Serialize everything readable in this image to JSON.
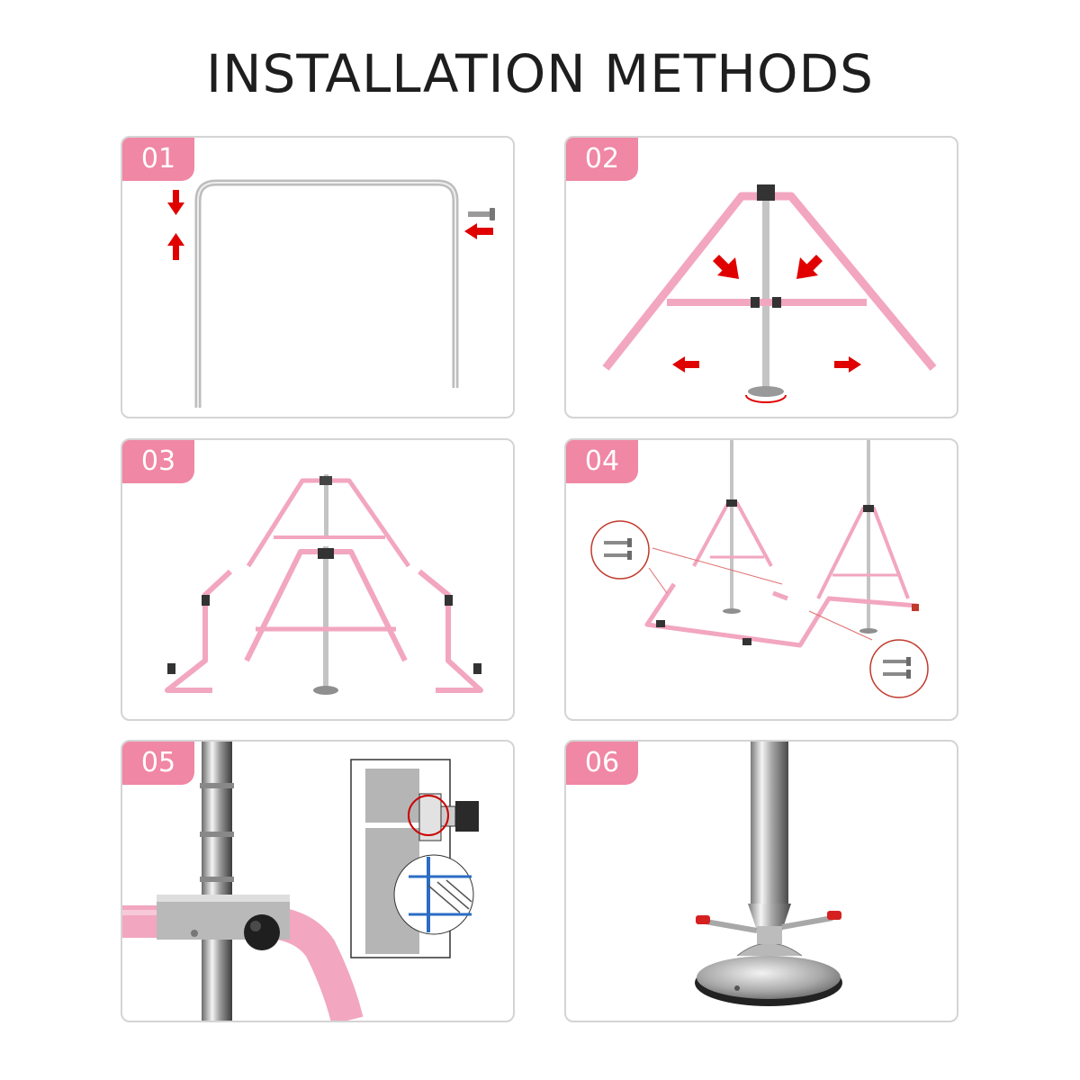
{
  "title": "INSTALLATION METHODS",
  "steps": [
    {
      "number": "01",
      "illustration": "top-bar-assembly"
    },
    {
      "number": "02",
      "illustration": "triangle-stand-assembly"
    },
    {
      "number": "03",
      "illustration": "base-frame-attachment"
    },
    {
      "number": "04",
      "illustration": "screw-the-frames"
    },
    {
      "number": "05",
      "illustration": "height-adjust-knob"
    },
    {
      "number": "06",
      "illustration": "suction-cup-foot"
    }
  ],
  "colors": {
    "accent": "#f087a4",
    "frame_pink": "#f2a6c0",
    "arrow_red": "#e00000",
    "steel": "#c2c2c2"
  }
}
